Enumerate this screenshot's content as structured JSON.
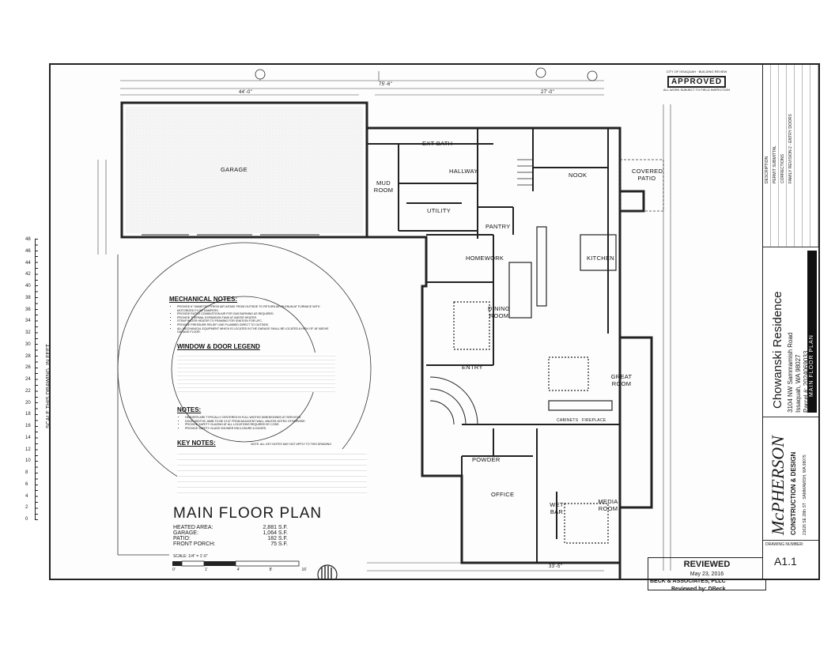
{
  "stamp": {
    "city": "CITY OF ISSAQUAH · BUILDING REVIEW",
    "status": "APPROVED",
    "note": "ALL WORK SUBJECT TO FIELD INSPECTION"
  },
  "rooms": {
    "garage": "GARAGE",
    "ext_bath": "EXT BATH",
    "hallway": "HALLWAY",
    "mud_room": "MUD ROOM",
    "utility": "UTILITY",
    "nook": "NOOK",
    "covered_patio": "COVERED PATIO",
    "pantry": "PANTRY",
    "homework": "HOMEWORK",
    "kitchen": "KITCHEN",
    "dining_room": "DINING ROOM",
    "entry": "ENTRY",
    "great_room": "GREAT ROOM",
    "powder": "POWDER",
    "office": "OFFICE",
    "wet_bar": "WET BAR",
    "media_room": "MEDIA ROOM",
    "cabinets": "CABINETS",
    "fireplace": "FIREPLACE"
  },
  "mechanical_notes": {
    "heading": "MECHANICAL NOTES:",
    "items": [
      "PROVIDE 6\" DIAMETER FRESH AIR INTAKE FROM OUTSIDE TO RETURN AIR PLENUM AT FURNACE WITH MOTORIZED FLOW DAMPERS.",
      "PROVIDE RATED COMBUSTION AIR FOR GAS BURNING AS REQUIRED.",
      "PROVIDE THERMAL EXPANSION TANK AT WATER HEATER.",
      "STRAP WATER HEATER TO FRAMING FOR IGNITION FOR UFC.",
      "PROVIDE PRESSURE RELIEF LINE PLUMBED DIRECT TO OUTSIDE.",
      "ALL MECHANICAL EQUIPMENT WHICH IS LOCATED IN THE GARAGE SHALL BE LOCATED A HIGH OF 18\" ABOVE GARAGE FLOOR."
    ]
  },
  "window_legend": {
    "heading": "WINDOW & DOOR LEGEND"
  },
  "notes": {
    "heading": "NOTES:",
    "items": [
      "HEADERS ARE TYPICALLY CENTERED IN FULL WIDTHS DIMENSIONED AT SERVICES.",
      "DOOR WIDTHS JAMB TO BE 4'1/2\" FROM ADJACENT WALL UNLESS NOTED OTHERWISE.",
      "PROVIDE SAFETY GLAZING AT ALL LOCATIONS REQUIRED BY CODE.",
      "PROVIDE SAFETY GLASS SHOWER ENCLOSURE & DOORS."
    ]
  },
  "key_notes": {
    "heading": "KEY NOTES:",
    "subheading": "NOTE: ALL KEY NOTES MAY NOT APPLY TO THIS DRAWING"
  },
  "plan_title": "MAIN FLOOR PLAN",
  "areas": [
    {
      "label": "HEATED AREA:",
      "value": "2,881 S.F."
    },
    {
      "label": "GARAGE:",
      "value": "1,064 S.F."
    },
    {
      "label": "PATIO:",
      "value": "182 S.F."
    },
    {
      "label": "FRONT PORCH:",
      "value": "75 S.F."
    }
  ],
  "scale": {
    "label": "SCALE: 1/4\" = 1'-0\"",
    "ticks": [
      "0'",
      "1'",
      "4'",
      "8'",
      "16'"
    ]
  },
  "scale_bar": {
    "label": "SCALE THIS DRAWING, IN FEET",
    "ticks": [
      "0",
      "2",
      "4",
      "6",
      "8",
      "10",
      "12",
      "14",
      "16",
      "18",
      "20",
      "22",
      "24",
      "26",
      "28",
      "30",
      "32",
      "34",
      "36",
      "38",
      "40",
      "42",
      "44",
      "46",
      "48"
    ]
  },
  "dimensions": {
    "top_overall": "75'-6\"",
    "garage_width": "44'-0\"",
    "right_side": "27'-0\"",
    "bottom_overall": "33'-5\""
  },
  "reviewed": {
    "title": "REVIEWED",
    "date": "May 23, 2016",
    "by": "Reviewed by: DBeck",
    "firm": "BECK & ASSOCIATES, PLLC"
  },
  "title_block": {
    "project": "Chowanski Residence",
    "address1": "3104 NW Sammamish Road",
    "address2": "Issaquah, WA 98027",
    "parcel": "Parcel #: 2024069033",
    "sheet_title": "MAIN FLOOR PLAN",
    "firm_name": "McPHERSON",
    "firm_sub": "CONSTRUCTION & DESIGN",
    "firm_addr": "21626 SE 28th ST · SAMMAMISH, WA 98075",
    "drawing_number_label": "DRAWING NUMBER:",
    "drawing_number": "A1.1",
    "revision_header": "DESCRIPTION",
    "revisions": [
      "PERMIT SUBMITTAL",
      "CORRECTIONS",
      "FAMILY REVISION 2 - ENTRY DOORS"
    ]
  }
}
